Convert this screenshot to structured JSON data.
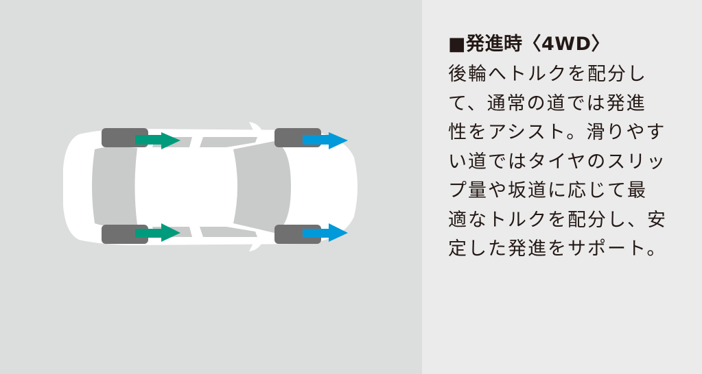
{
  "heading": "■発進時〈4WD〉",
  "description_lines": [
    "後輪へトルクを配分し",
    "て、通常の道では発進",
    "性をアシスト。滑りやす",
    "い道ではタイヤのスリッ",
    "プ量や坂道に応じて最",
    "適なトルクを配分し、安",
    "定した発進をサポート。"
  ],
  "colors": {
    "rear_arrow": "#009b7c",
    "front_arrow": "#0099d9",
    "tire": "#717071",
    "glass": "#c9caca"
  }
}
